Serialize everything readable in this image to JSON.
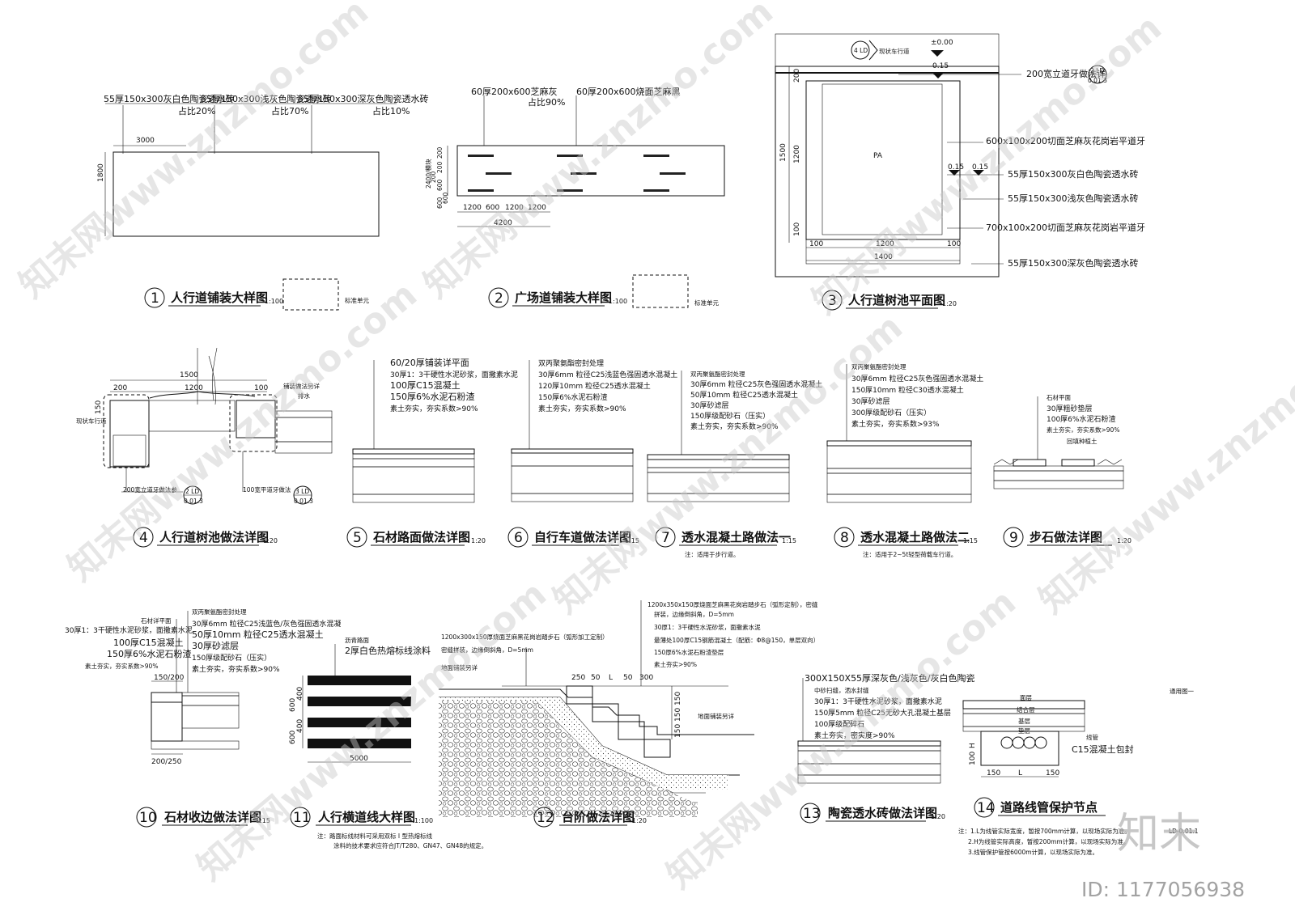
{
  "details": [
    {
      "num": "1",
      "title": "人行道铺装大样图",
      "scale": "1:100",
      "legend": "标准单元",
      "labels": [
        "55厚150x300灰白色陶瓷透水砖",
        "55厚150x300浅灰色陶瓷透水砖",
        "55厚150x300深灰色陶瓷透水砖"
      ],
      "ratios": [
        "占比20%",
        "占比70%",
        "占比10%"
      ],
      "dims": [
        "3000",
        "1800"
      ]
    },
    {
      "num": "2",
      "title": "广场道铺装大样图",
      "scale": "1:100",
      "legend": "标准单元",
      "labels": [
        "60厚200x600芝麻灰",
        "60厚200x600烧面芝麻黑"
      ],
      "ratios": [
        "占比90%"
      ],
      "dims": [
        "2400/模块",
        "200",
        "200",
        "200",
        "600",
        "600",
        "600",
        "1200",
        "600",
        "1200",
        "1200",
        "4200"
      ]
    },
    {
      "num": "3",
      "title": "人行道树池平面图",
      "scale": "1:20",
      "labels": [
        "现状车行道",
        "200宽立道牙做法详",
        "600x100x200切面芝麻灰花岗岩平道牙",
        "55厚150x300灰白色陶瓷透水砖",
        "55厚150x300浅灰色陶瓷透水砖",
        "700x100x200切面芝麻灰花岗岩平道牙",
        "55厚150x300深灰色陶瓷透水砖"
      ],
      "marks": [
        "±0.00",
        "0.15",
        "0.15",
        "0.15",
        "PA",
        "4 LD",
        "2 LD",
        "0.01.3"
      ],
      "dims": [
        "200",
        "1500",
        "1200",
        "100",
        "100",
        "1200",
        "100",
        "1400"
      ]
    },
    {
      "num": "4",
      "title": "人行道树池做法详图",
      "scale": "1:20",
      "labels": [
        "现状车行道",
        "铺装做法另详",
        "排水",
        "200宽立道牙做法参",
        "100宽平道牙做法"
      ],
      "marks": [
        "2 LD",
        "0.01.3",
        "3 LD",
        "0.01.3"
      ],
      "dims": [
        "1500",
        "200",
        "1200",
        "100",
        "150"
      ]
    },
    {
      "num": "5",
      "title": "石材路面做法详图",
      "scale": "1:20",
      "labels": [
        "60/20厚铺装详平面",
        "30厚1：3干硬性水泥砂浆，面撒素水泥",
        "100厚C15混凝土",
        "150厚6%水泥石粉渣",
        "素土夯实，夯实系数>90%"
      ]
    },
    {
      "num": "6",
      "title": "自行车道做法详图",
      "scale": "1:15",
      "labels": [
        "双丙聚氨酯密封处理",
        "30厚6mm 粒径C25浅蓝色强固透水混凝土",
        "120厚10mm 粒径C25透水混凝土",
        "150厚6%水泥石粉渣",
        "素土夯实，夯实系数>90%"
      ]
    },
    {
      "num": "7",
      "title": "透水混凝土路做法一",
      "scale": "1:15",
      "note": "注：适用于步行道。",
      "labels": [
        "双丙聚氨酯密封处理",
        "30厚6mm 粒径C25灰色强固透水混凝土",
        "50厚10mm 粒径C25透水混凝土",
        "30厚砂滤层",
        "150厚级配砂石（压实）",
        "素土夯实，夯实系数>90%"
      ]
    },
    {
      "num": "8",
      "title": "透水混凝土路做法二",
      "scale": "1:15",
      "note": "注：适用于2~5t轻型荷载车行道。",
      "labels": [
        "双丙聚氨酯密封处理",
        "30厚6mm 粒径C25灰色强固透水混凝土",
        "150厚10mm 粒径C30透水混凝土",
        "30厚砂滤层",
        "300厚级配砂石（压实）",
        "素土夯实，夯实系数>93%"
      ]
    },
    {
      "num": "9",
      "title": "步石做法详图",
      "scale": "1:20",
      "labels": [
        "石材平面",
        "30厚粗砂垫层",
        "100厚6%水泥石粉渣",
        "素土夯实，夯实系数>90%",
        "回填种植土"
      ]
    },
    {
      "num": "10",
      "title": "石材收边做法详图",
      "scale": "1:15",
      "labels": [
        "石材详平面",
        "30厚1：3干硬性水泥砂浆，面撒素水泥",
        "100厚C15混凝土",
        "150厚6%水泥石粉渣",
        "素土夯实，夯实系数>90%",
        "双丙聚氨酯密封处理",
        "30厚6mm 粒径C25浅蓝色/灰色强固透水混凝",
        "50厚10mm 粒径C25透水混凝土",
        "30厚砂滤层",
        "150厚级配砂石（压实）",
        "素土夯实，夯实系数>90%"
      ],
      "dims": [
        "150/200",
        "200/250"
      ]
    },
    {
      "num": "11",
      "title": "人行横道线大样图",
      "scale": "1:100",
      "labels": [
        "沥青路面",
        "2厚白色热熔标线涂料"
      ],
      "note_lines": [
        "注：路面标线材料可采用双标 I 型热熔标线",
        "涂料的技术要求应符合JT/T280、GN47、GN48的规定。"
      ],
      "dims": [
        "600",
        "400",
        "600",
        "400",
        "5000"
      ]
    },
    {
      "num": "12",
      "title": "台阶做法详图",
      "scale": "1:20",
      "labels": [
        "1200x300x150厚烧面芝麻黑花岗岩踏步石（弧形加工定制）",
        "密缝拼装，边缘倒斜角，D=5mm",
        "地面铺装另详",
        "1200x350x150厚烧面芝麻黑花岗岩踏步石（弧形定制），密缝",
        "拼装，边缘倒斜角，D=5mm",
        "30厚1：3干硬性水泥砂浆，面撒素水泥",
        "最薄处100厚C15钢筋混凝土（配筋：Φ8@150，单层双向）",
        "150厚6%水泥石粉渣垫层",
        "素土夯实>90%",
        "地面铺装另详"
      ],
      "dims": [
        "250",
        "50",
        "L",
        "50",
        "300",
        "150",
        "150",
        "150"
      ]
    },
    {
      "num": "13",
      "title": "陶瓷透水砖做法详图",
      "scale": "1:20",
      "labels": [
        "300X150X55厚深灰色/浅灰色/灰白色陶瓷",
        "中砂扫缝，洒水封缝",
        "30厚1：3干硬性水泥砂浆，面撒素水泥",
        "150厚5mm 粒径C25无砂大孔混凝土基层",
        "100厚级配碎石",
        "素土夯实，密实度>90%"
      ]
    },
    {
      "num": "14",
      "title": "道路线管保护节点",
      "scale": "",
      "labels": [
        "通用图一",
        "面层",
        "结合层",
        "基层",
        "垫层",
        "线管",
        "C15混凝土包封"
      ],
      "note_lines": [
        "注：1.L为线管实际宽度，暂按700mm计算，以现场实际为准。",
        "2.H为线管实际高度，暂按200mm计算，以现场实际为准。",
        "3.线管保护管按6000m计算，以现场实际为准。"
      ],
      "dims": [
        "H",
        "100",
        "150",
        "L",
        "150"
      ]
    }
  ],
  "corner_code": "LD-0.01.1",
  "watermark": {
    "brand": "知末",
    "id": "ID: 1177056938",
    "site": "znzmo.com",
    "repeat": "知末网www.znzmo.com"
  }
}
